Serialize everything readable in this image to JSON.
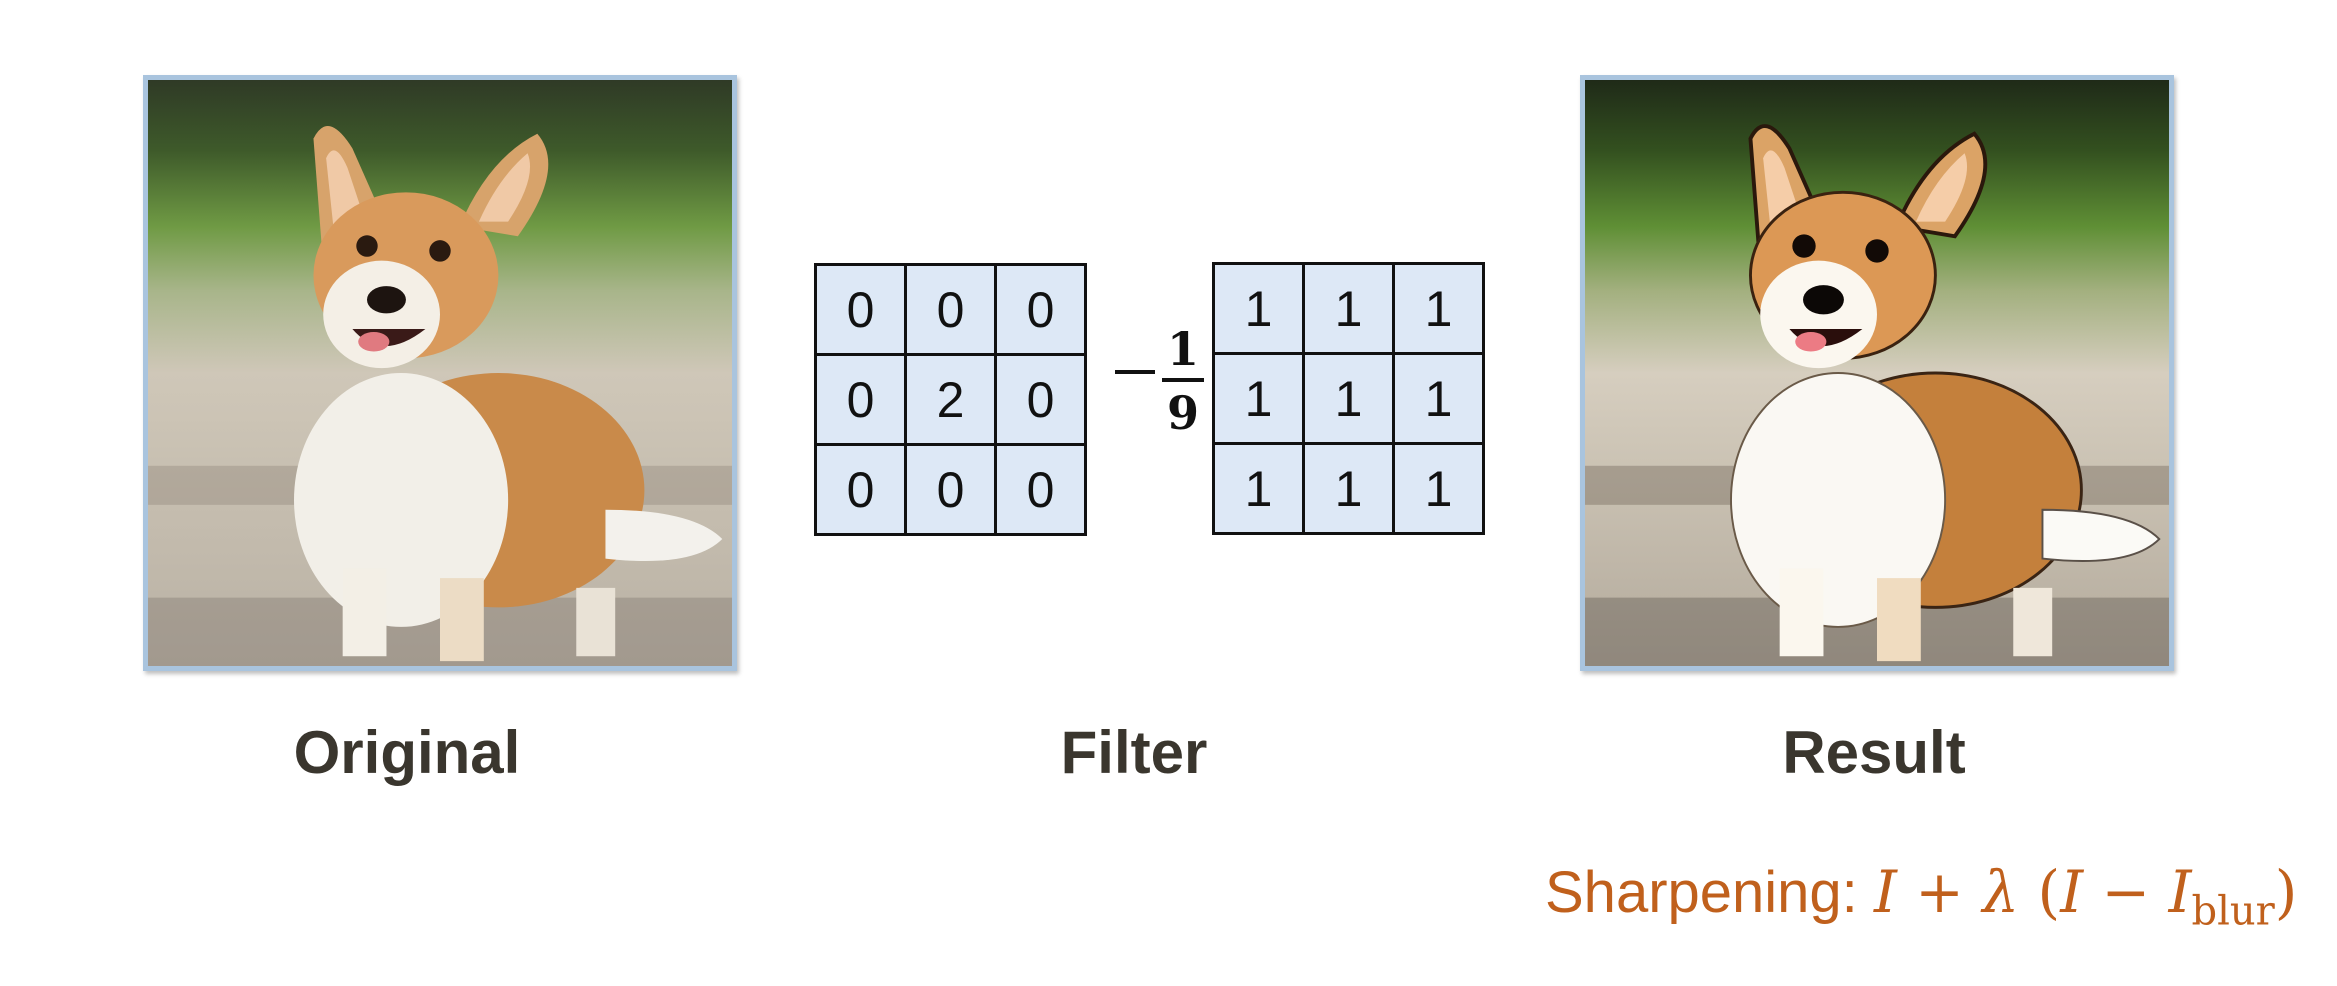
{
  "captions": {
    "original": "Original",
    "filter": "Filter",
    "result": "Result"
  },
  "filter": {
    "identity_kernel": [
      [
        "0",
        "0",
        "0"
      ],
      [
        "0",
        "2",
        "0"
      ],
      [
        "0",
        "0",
        "0"
      ]
    ],
    "box_kernel": [
      [
        "1",
        "1",
        "1"
      ],
      [
        "1",
        "1",
        "1"
      ],
      [
        "1",
        "1",
        "1"
      ]
    ],
    "fraction_numerator": "1",
    "fraction_denominator": "9"
  },
  "formula": {
    "label": "Sharpening:",
    "var_i": "I",
    "plus": "+",
    "lambda": "λ",
    "open_paren": "(",
    "var_i2": "I",
    "minus": "−",
    "var_i3": "I",
    "subscript": "blur",
    "close_paren": ")"
  },
  "colors": {
    "frame_border": "#a9c4de",
    "cell_fill": "#dde8f6",
    "caption_text": "#3a362e",
    "formula_text": "#c0601c"
  },
  "images": {
    "original": "corgi-photo",
    "result": "sharpened-corgi-photo"
  }
}
